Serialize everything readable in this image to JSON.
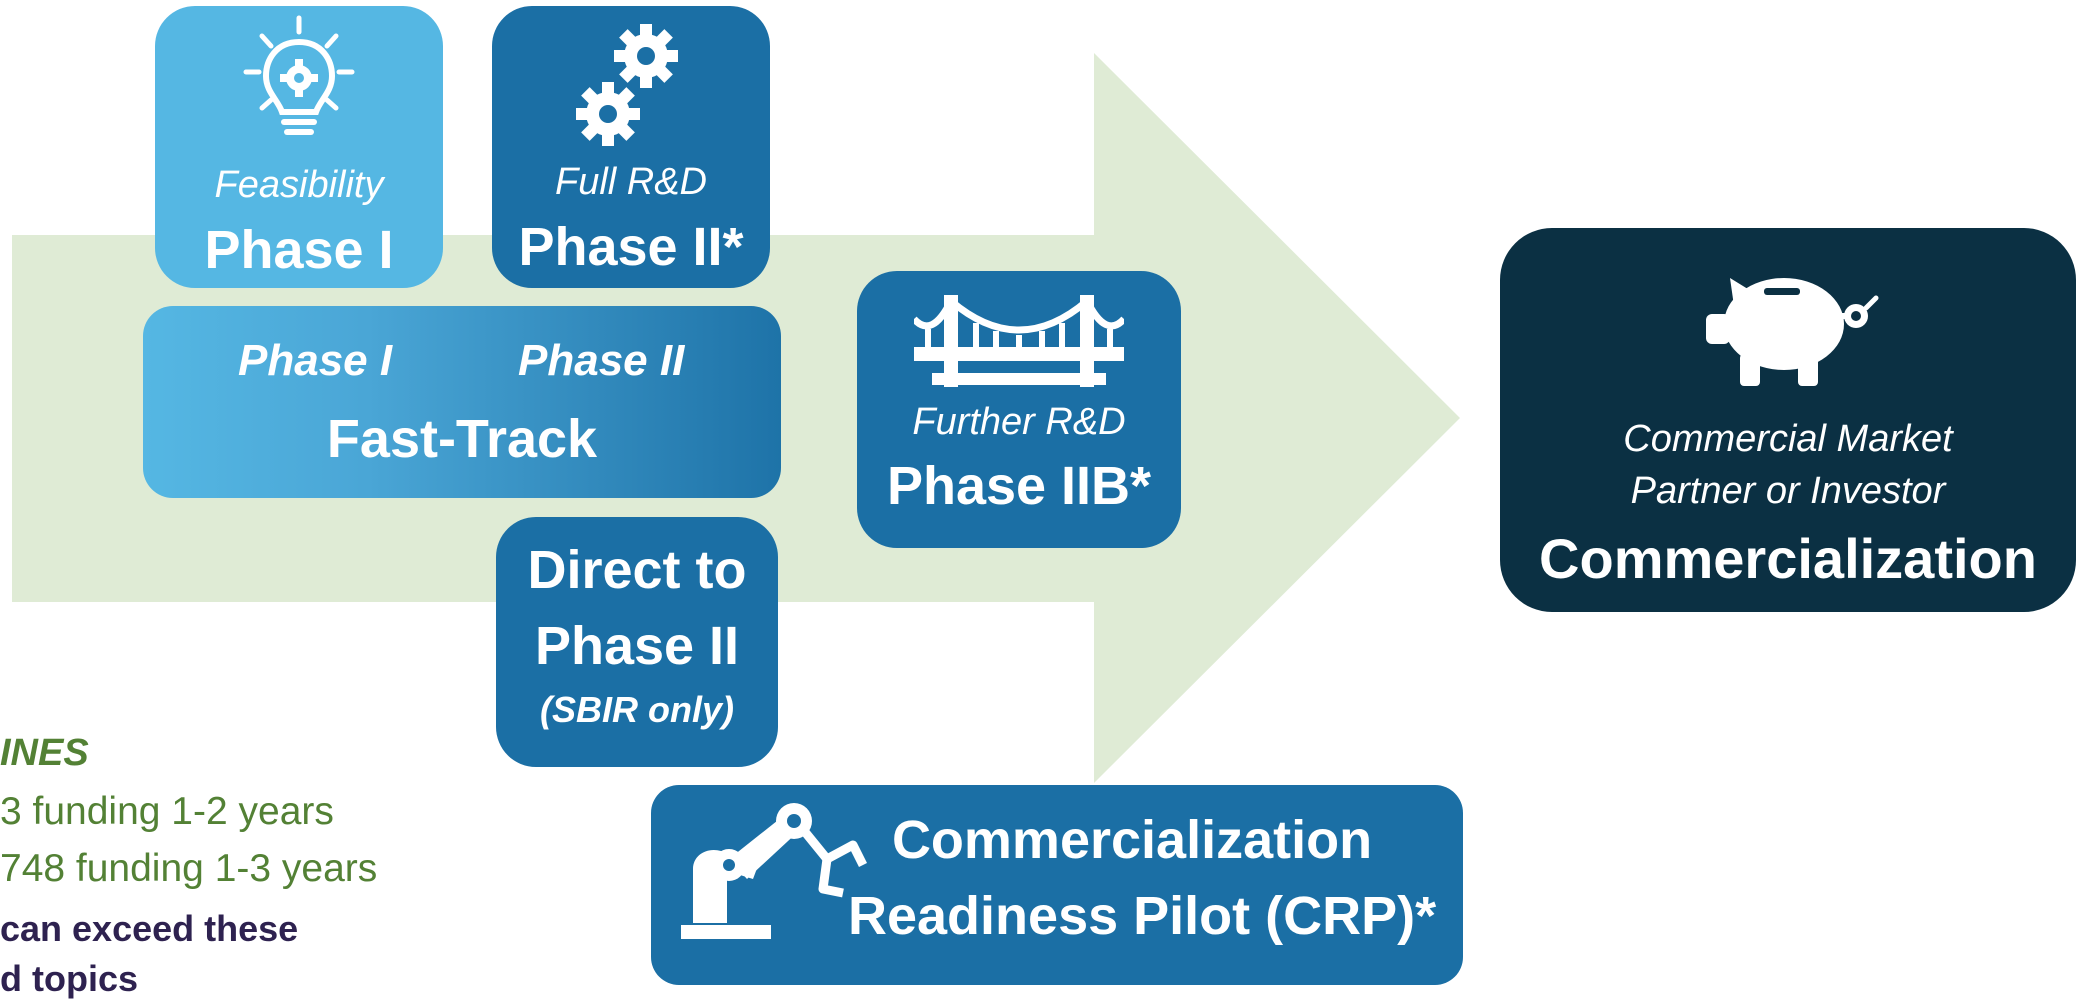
{
  "colors": {
    "arrow": "#dfebd5",
    "light_blue": "#55b7e3",
    "mid_blue": "#1b6fa5",
    "dark_navy": "#0b3043",
    "timeline_green": "#538135",
    "note_purple": "#2e2250"
  },
  "phase1": {
    "icon": "lightbulb-gear-icon",
    "subtitle": "Feasibility",
    "title": "Phase I"
  },
  "phase2": {
    "icon": "gears-icon",
    "subtitle": "Full R&D",
    "title": "Phase II*"
  },
  "fast_track": {
    "left_label": "Phase I",
    "right_label": "Phase II",
    "title": "Fast-Track"
  },
  "direct_phase2": {
    "title_line1": "Direct to",
    "title_line2": "Phase II",
    "note": "(SBIR only)"
  },
  "phase2b": {
    "icon": "bridge-icon",
    "subtitle": "Further R&D",
    "title": "Phase IIB*"
  },
  "crp": {
    "icon": "robot-arm-icon",
    "line1": "Commercialization",
    "line2": "Readiness Pilot (CRP)*"
  },
  "commercialization": {
    "icon": "piggy-bank-icon",
    "subtitle_line1": "Commercial Market",
    "subtitle_line2": "Partner or Investor",
    "title": "Commercialization"
  },
  "timelines": {
    "heading": "INES",
    "line1": "3 funding 1-2 years",
    "line2": "748 funding 1-3 years",
    "note_line1": "can exceed these",
    "note_line2": "d topics"
  }
}
